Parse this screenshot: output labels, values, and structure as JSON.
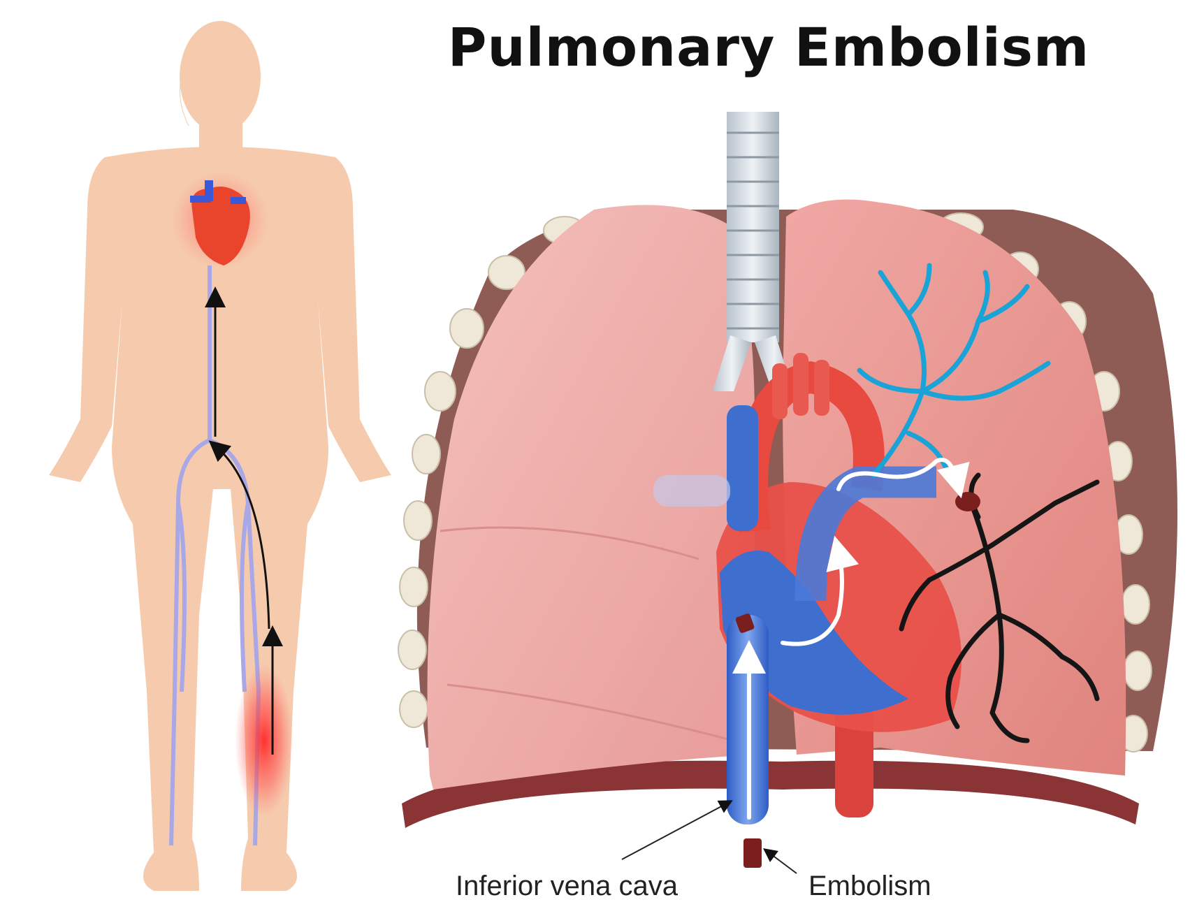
{
  "title": "Pulmonary Embolism",
  "labels": {
    "inferior_vena_cava": "Inferior vena cava",
    "embolism": "Embolism"
  },
  "colors": {
    "skin": "#f6cbad",
    "vein": "#a8a8e6",
    "lung": "#f0b0ac",
    "diaphragm": "#8a3436",
    "ribs_wall": "#8f5b55",
    "rib_cartilage": "#efe8d8",
    "aorta": "#e0423c",
    "vena_cava": "#3d6fd0",
    "clot": "#7a1e1e",
    "healthy_vessels": "#1aa3d6",
    "blocked_vessels": "#1a1a1a",
    "inflammation": "#ff3030"
  }
}
